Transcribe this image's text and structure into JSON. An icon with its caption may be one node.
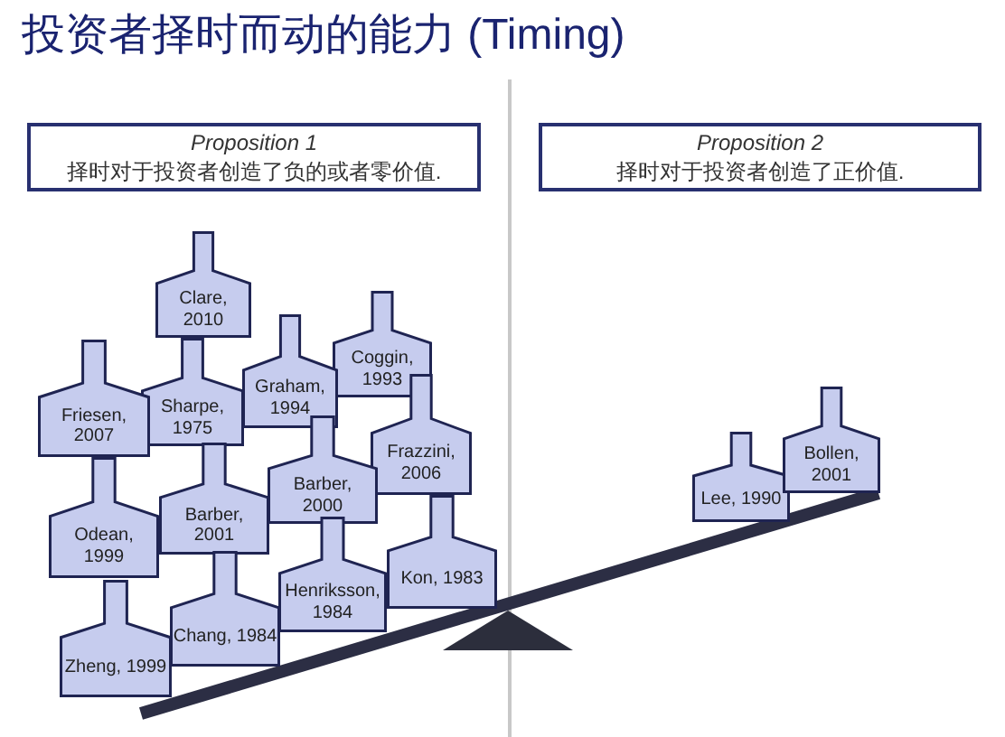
{
  "diagram": {
    "title": "投资者择时而动的能力 (Timing)",
    "nodes": [
      {
        "text": [
          "Proposition 1",
          "择时对于投资者创造了负的或者零价值."
        ]
      },
      {
        "text": [
          "Proposition 2",
          "择时对于投资者创造了正价值."
        ]
      },
      {
        "text": [
          "Clare, 2010"
        ]
      },
      {
        "text": [
          "Coggin, 1993"
        ]
      },
      {
        "text": [
          "Graham, 1994"
        ]
      },
      {
        "text": [
          "Sharpe, 1975"
        ]
      },
      {
        "text": [
          "Friesen, 2007"
        ]
      },
      {
        "text": [
          "Frazzini, 2006"
        ]
      },
      {
        "text": [
          "Barber, 2000"
        ]
      },
      {
        "text": [
          "Barber, 2001"
        ]
      },
      {
        "text": [
          "Odean, 1999"
        ]
      },
      {
        "text": [
          "Kon, 1983"
        ]
      },
      {
        "text": [
          "Henriksson, 1984"
        ]
      },
      {
        "text": [
          "Chang, 1984"
        ]
      },
      {
        "text": [
          "Zheng, 1999"
        ]
      },
      {
        "text": [
          "Lee, 1990"
        ]
      },
      {
        "text": [
          "Bollen, 2001"
        ]
      }
    ]
  }
}
